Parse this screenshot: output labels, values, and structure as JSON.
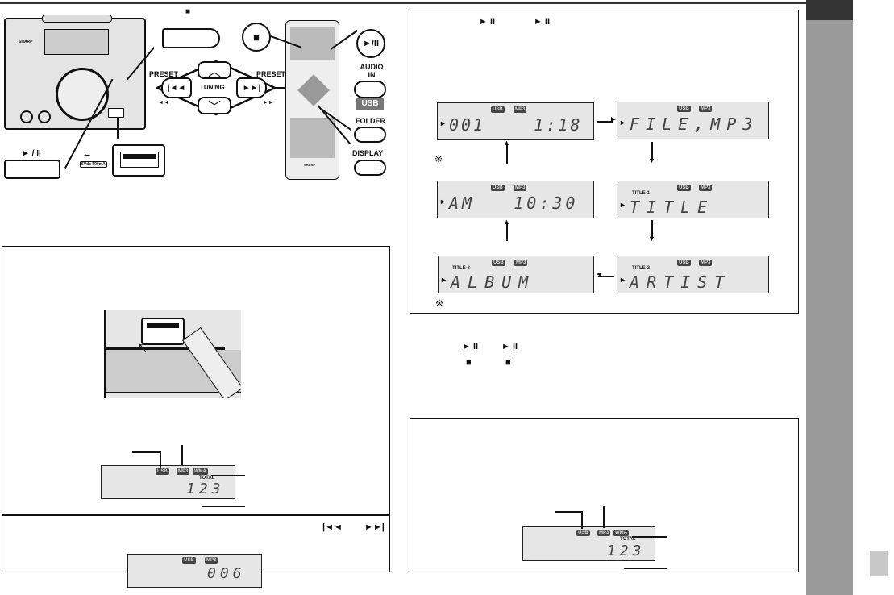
{
  "unit": {
    "brand": "SHARP",
    "usb_rating": "5Vdc 500mA"
  },
  "buttons": {
    "stop_symbol": "■",
    "play_pause_symbol": "► / II",
    "remote_play_pause": "►/II",
    "preset_left": "PRESET",
    "preset_right": "PRESET",
    "tuning": "TUNING",
    "audio_in": "AUDIO IN",
    "usb": "USB",
    "folder": "FOLDER",
    "display": "DISPLAY",
    "prev_symbol": "|◄◄",
    "next_symbol": "►►|",
    "rew_symbol": "◄◄",
    "ff_symbol": "►►"
  },
  "remote": {
    "brand": "SHARP"
  },
  "indicators": {
    "usb": "USB",
    "mp3": "MP3",
    "wma": "WMA",
    "total": "TOTAL",
    "title1": "TITLE-1",
    "title2": "TITLE-2",
    "title3": "TITLE-3"
  },
  "display_cycle": {
    "header_symbols": [
      "► II",
      "► II"
    ],
    "note_mark": "※",
    "screens": [
      {
        "text": "001    1:18"
      },
      {
        "text": "FILE,MP3"
      },
      {
        "text": "AM   10:30"
      },
      {
        "text": "TITLE"
      },
      {
        "text": "ALBUM"
      },
      {
        "text": "ARTIST"
      }
    ]
  },
  "steps": {
    "play_symbols": [
      "► II",
      "► II"
    ],
    "stop_symbols": [
      "■",
      "■"
    ]
  },
  "left_box": {
    "total_display": "123",
    "track_display": "006"
  },
  "right_box": {
    "total_display": "123"
  }
}
